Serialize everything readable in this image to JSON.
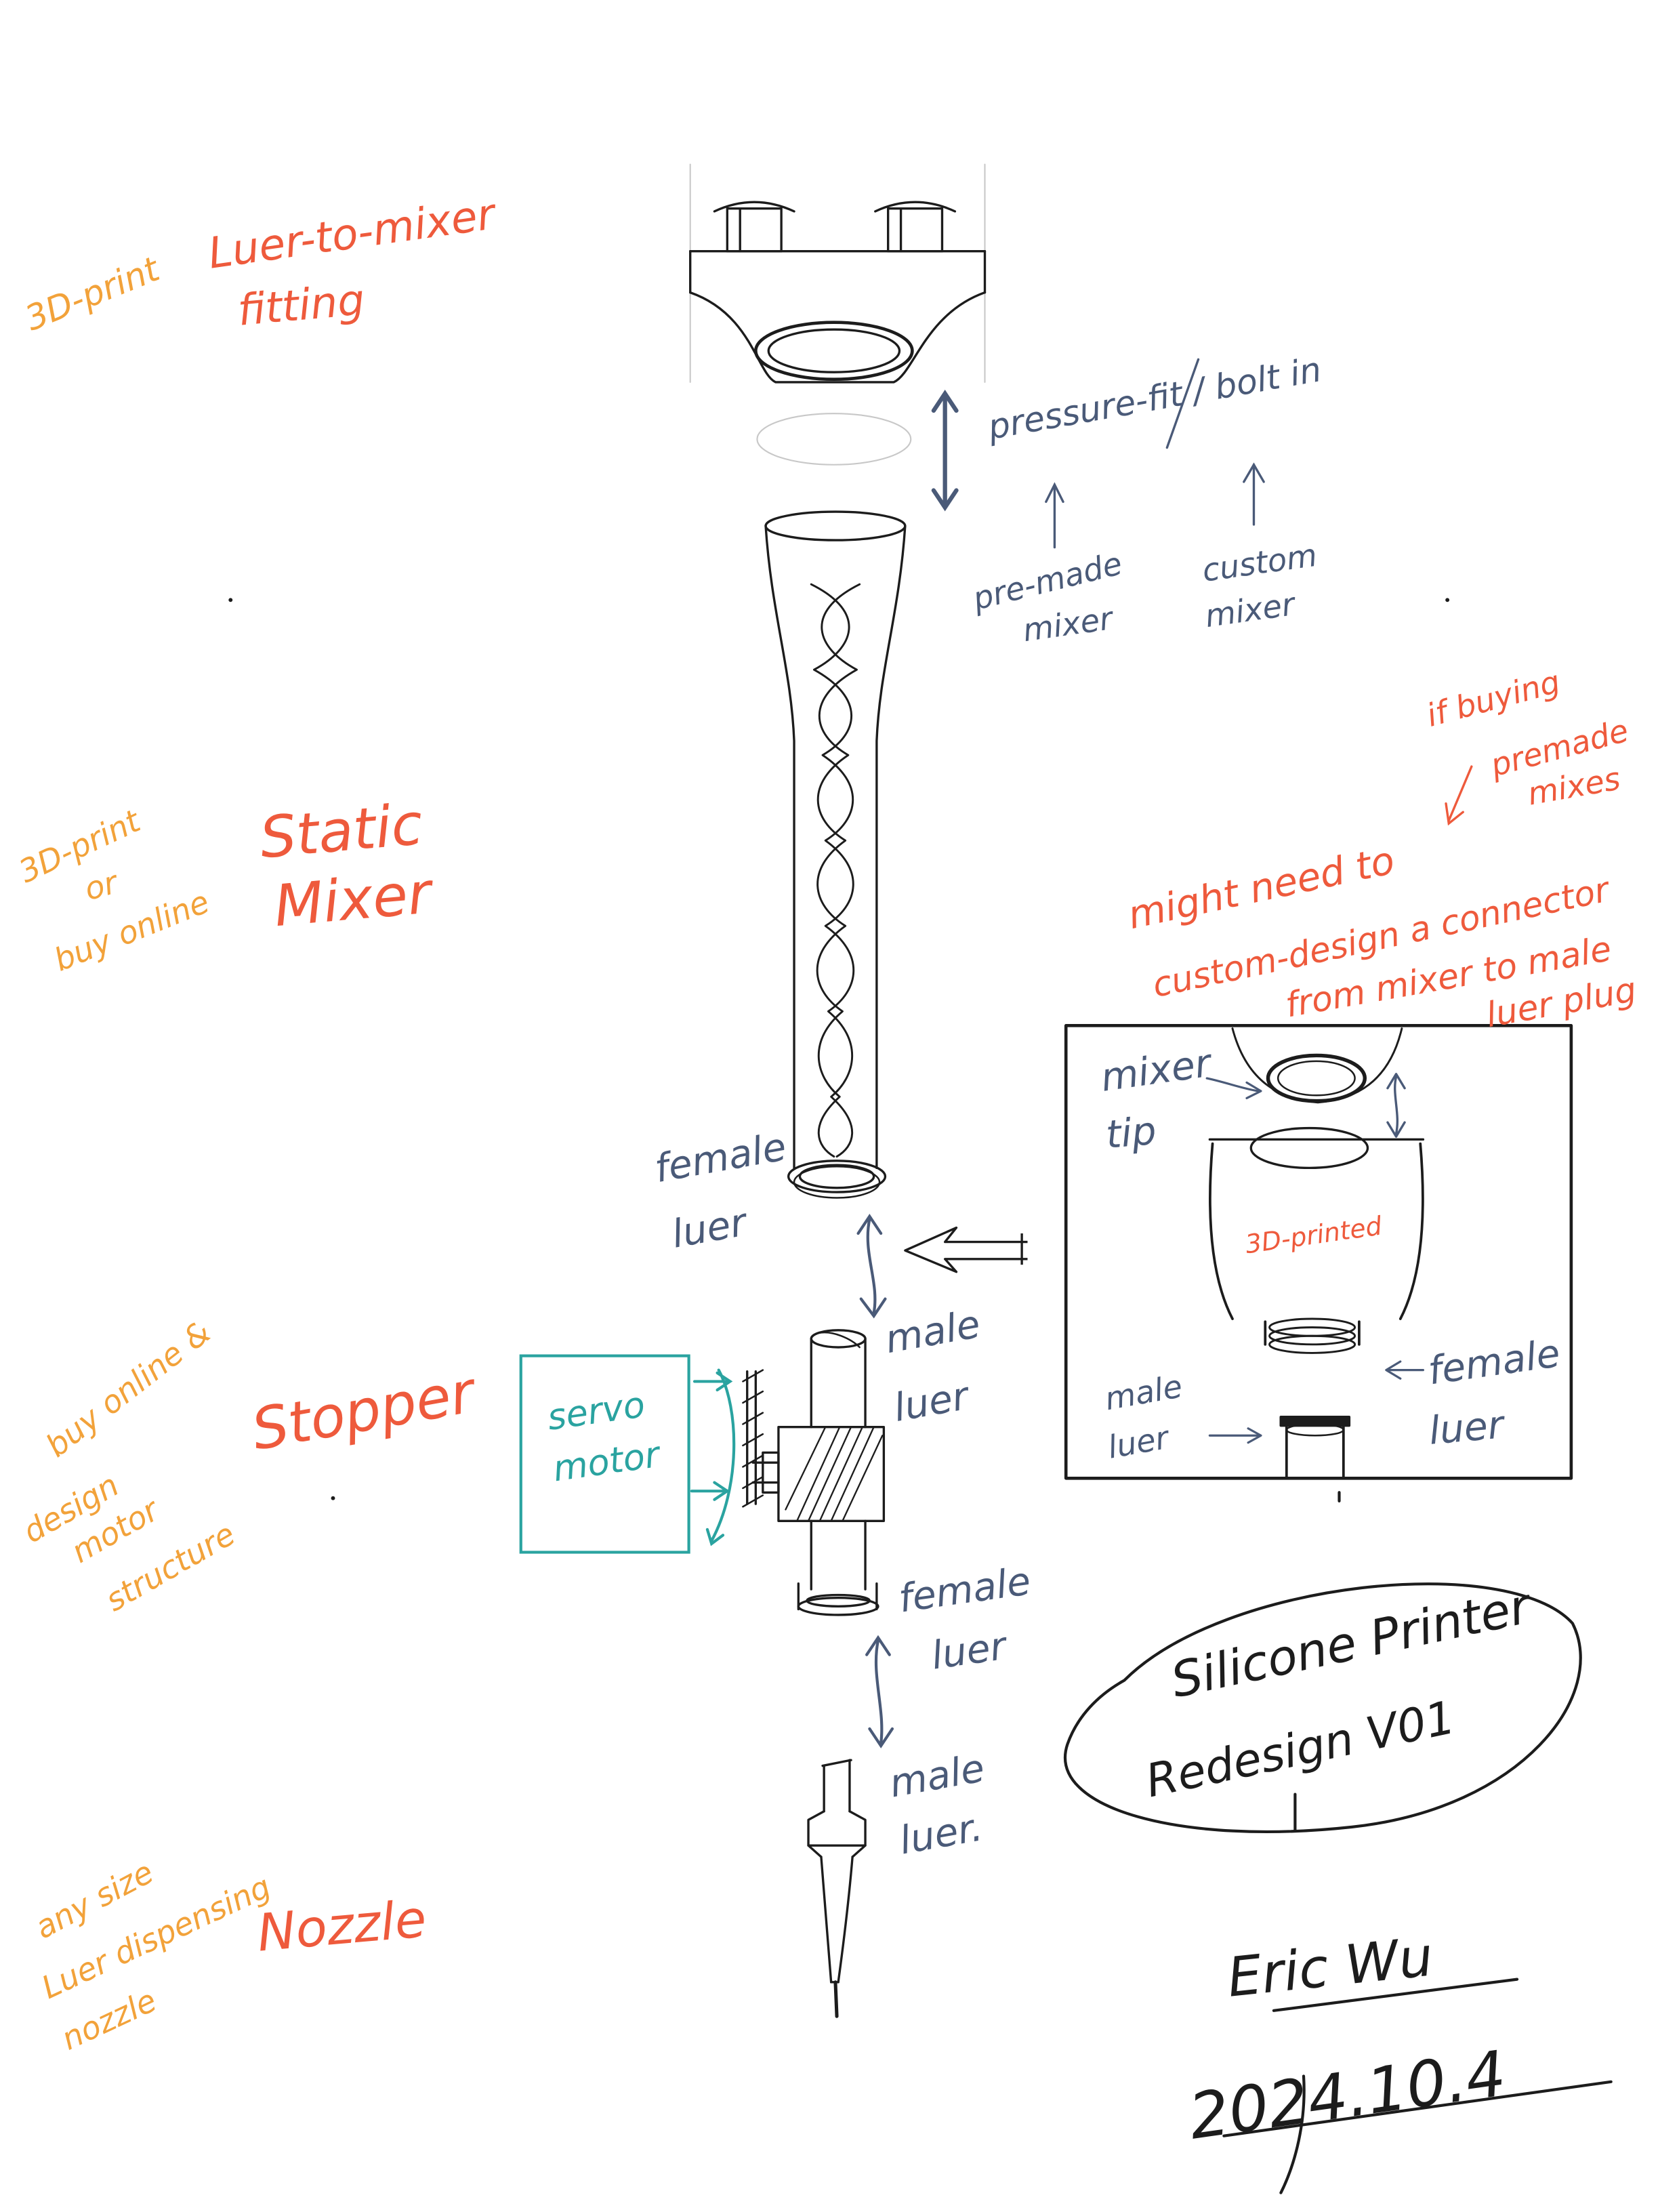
{
  "colors": {
    "ink": "#1c1c1c",
    "annotation_blue": "#4a5a78",
    "component_red": "#ee5a3c",
    "method_orange": "#f2a23a",
    "servo_teal": "#2aa3a0"
  },
  "components": {
    "fitting": {
      "name": "Luer-to-mixer fitting",
      "method": "3D-print"
    },
    "mixer": {
      "name": "Static Mixer",
      "method": [
        "3D-print",
        "or",
        "buy online"
      ]
    },
    "stopper": {
      "name": "Stopper",
      "method": [
        "buy online &",
        "design",
        "motor",
        "structure"
      ]
    },
    "nozzle": {
      "name": "Nozzle",
      "method": [
        "any size",
        "Luer dispensing",
        "nozzle"
      ]
    }
  },
  "annotations": {
    "pressure_fit": "pressure-fit / bolt in",
    "premade_mixer": [
      "pre-made",
      "mixer"
    ],
    "custom_mixer": [
      "custom",
      "mixer"
    ],
    "female_luer_top": [
      "female",
      "luer"
    ],
    "male_luer_stopper": [
      "male",
      "luer"
    ],
    "female_luer_stopper": [
      "female",
      "luer"
    ],
    "male_luer_nozzle": [
      "male",
      "luer."
    ],
    "servo": [
      "servo",
      "motor"
    ],
    "if_buying": [
      "if buying",
      "premade",
      "mixes"
    ],
    "connector_note": [
      "might need to",
      "custom-design a connector",
      "from mixer to male",
      "luer plug"
    ]
  },
  "inset": {
    "mixer_tip": [
      "mixer",
      "tip"
    ],
    "printed": "3D-printed",
    "female_luer": [
      "female",
      "luer"
    ],
    "male_luer": [
      "male",
      "luer"
    ]
  },
  "title": [
    "Silicone Printer",
    "Redesign  V01"
  ],
  "signature": "Eric Wu",
  "date": "2024.10.4"
}
